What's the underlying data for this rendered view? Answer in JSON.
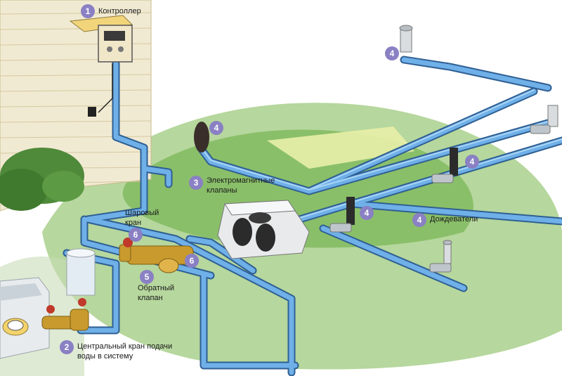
{
  "colors": {
    "pipe": "#5b9bd5",
    "pipe_dark": "#2f5f93",
    "lawn": "#9cc97a",
    "lawn_light": "#d6ebc3",
    "wall": "#f1ead3",
    "badge": "#8a80c4",
    "brass": "#c99a2e",
    "valve_red": "#c0392b"
  },
  "callouts": {
    "controller": {
      "number": "1",
      "text": "Контроллер"
    },
    "main_valve": {
      "number": "2",
      "line1": "Центральный кран подачи",
      "line2": "воды в систему"
    },
    "solenoid_valves": {
      "number": "3",
      "line1": "Электромагнитные",
      "line2": "клапаны"
    },
    "sprinkler_top": {
      "number": "4"
    },
    "sprinkler_riser": {
      "number": "4"
    },
    "sprinkler_right": {
      "number": "4"
    },
    "sprinkler_mid": {
      "number": "4"
    },
    "sprinklers": {
      "number": "4",
      "text": "Дождеватели"
    },
    "check_valve": {
      "number": "5",
      "line1": "Обратный",
      "line2": "клапан"
    },
    "ball_valve": {
      "number": "6",
      "line1": "Шаровый",
      "line2": "кран"
    },
    "ball_valve_2": {
      "number": "6"
    }
  }
}
